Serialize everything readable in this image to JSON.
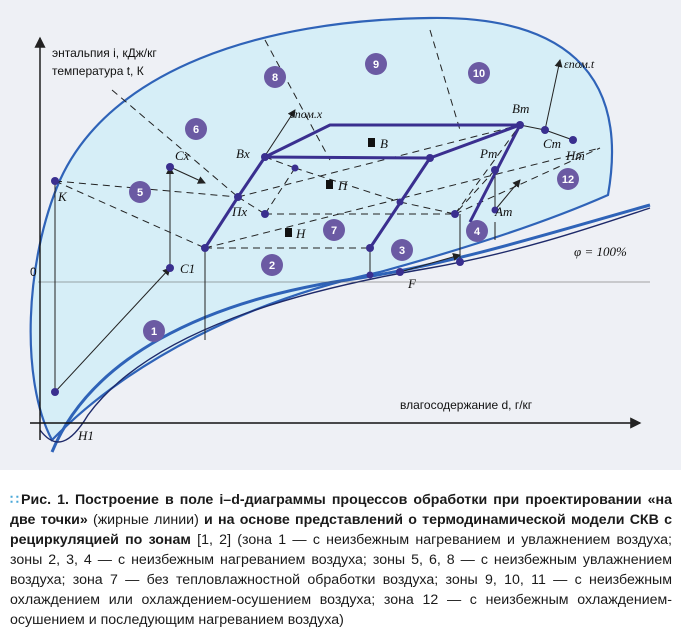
{
  "axes": {
    "y_line1": "энтальпия i, кДж/кг",
    "y_line2": "температура t, К",
    "x_label": "влагосодержание d, г/кг",
    "zero": "0",
    "phi": "φ = 100%"
  },
  "points": {
    "K": "K",
    "C1": "C1",
    "Cx": "Cx",
    "Bx": "Bx",
    "Px": "Пx",
    "B": "B",
    "P": "П",
    "H": "H",
    "Bt": "Bт",
    "Pt": "Pт",
    "Ct": "Cт",
    "Ht": "Hт",
    "At": "Aт",
    "F": "F",
    "H1": "H1",
    "eps_x": "εпом.x",
    "eps_t": "εпом.t"
  },
  "zones": [
    "1",
    "2",
    "3",
    "4",
    "5",
    "6",
    "7",
    "8",
    "9",
    "10",
    "12"
  ],
  "colors": {
    "zone_fill": "#6b5aa3",
    "curve": "#2f63b8",
    "region": "#d6eef7",
    "process": "#3a2f8f"
  },
  "caption": {
    "lead": "Рис. 1. Построение в поле i–d-диаграммы процессов обработки при проектировании «на две точки»",
    "part1": " (жирные линии) ",
    "part2": "и на основе представлений о термодинамической модели СКВ с рециркуляцией по зонам",
    "part3": " [1, 2] (зона 1 — с неизбежным нагреванием и увлажнением воздуха; зоны 2, 3, 4 — с неизбежным нагреванием воздуха; зоны 5, 6, 8 — с неизбежным увлажнением воздуха; зона 7 — без тепловлажностной обработки воздуха; зоны 9, 10, 11 — с неизбежным охлаждением или охлаждением-осушением воздуха; зона 12 — с неизбежным охлаждением-осушением и последующим нагреванием воздуха)"
  }
}
